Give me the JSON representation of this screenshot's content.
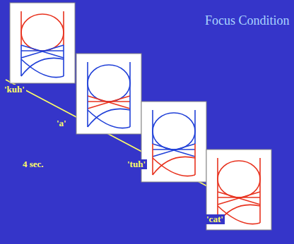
{
  "diagram": {
    "title": "Focus Condition",
    "labels": [
      "'kuh'",
      "'a'",
      "'tuh'",
      "4 sec.",
      "'cat'"
    ]
  }
}
